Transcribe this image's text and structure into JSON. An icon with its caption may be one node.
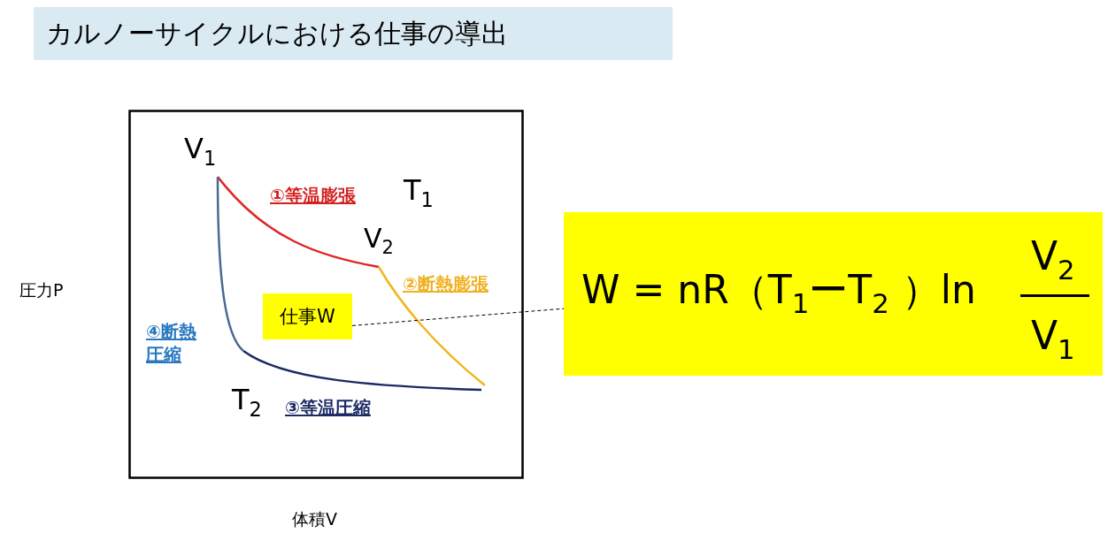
{
  "diagram": {
    "title": "カルノーサイクルにおける仕事の導出",
    "nodes": [
      {
        "text": [
          "仕事W"
        ]
      },
      {
        "text": [
          "W = nR（T$_{1}$ーT$_{2}$ ）ln",
          "V$_{2}$",
          "V$_{1}$"
        ]
      }
    ],
    "edges": [
      {
        "from": 0,
        "to": 1,
        "arrow": "none",
        "style": "dashed"
      }
    ],
    "labels": [
      "V$_{1}$",
      "①等温膨張",
      "T$_{1}$",
      "V$_{2}$",
      "②断熱膨張",
      "圧力P",
      "④断熱圧縮",
      "T$_{2}$",
      "③等温圧縮",
      "体積V"
    ]
  }
}
